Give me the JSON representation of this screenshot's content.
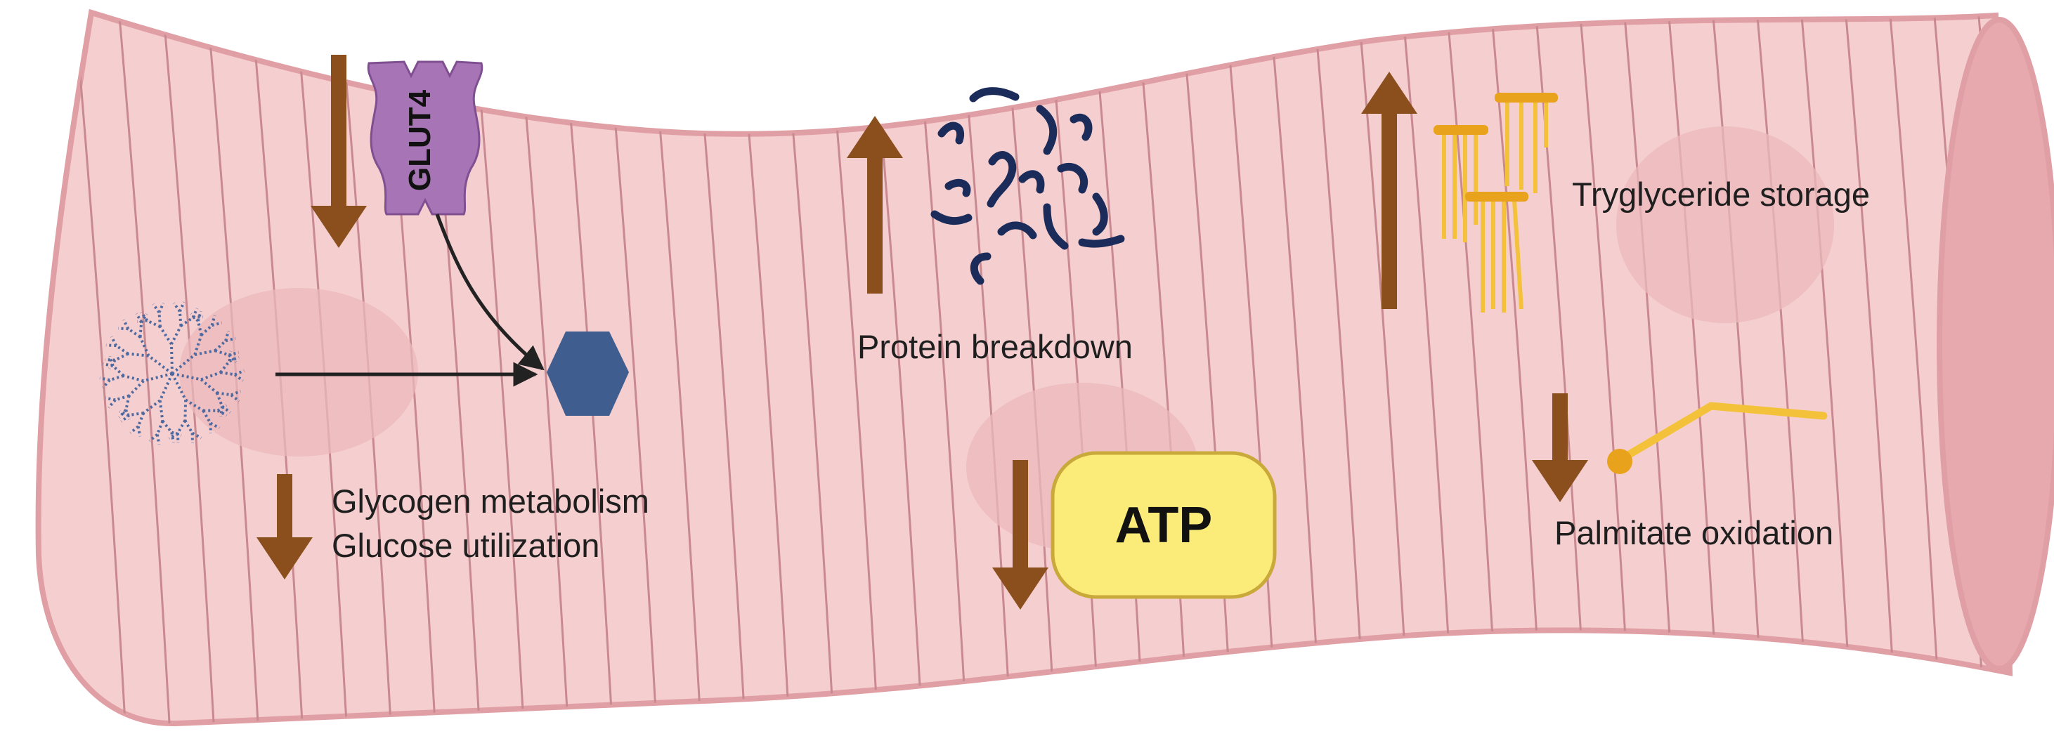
{
  "labels": {
    "glut4": "GLUT4",
    "glycogen_metabolism": "Glycogen metabolism",
    "glucose_utilization": "Glucose utilization",
    "protein_breakdown": "Protein breakdown",
    "atp": "ATP",
    "triglyceride_storage": "Tryglyceride storage",
    "palmitate_oxidation": "Palmitate oxidation"
  },
  "arrows": {
    "glut4": "down",
    "glycogen_glucose": "down",
    "protein_breakdown": "up",
    "atp": "down",
    "triglyceride_storage": "up",
    "palmitate_oxidation": "down"
  },
  "colors": {
    "muscle_fill": "#f5cfcf",
    "muscle_outline": "#e09fa4",
    "striation": "#c88a90",
    "nucleus": "#ebb8bb",
    "trend_arrow": "#8b4f1d",
    "glut4": "#a775b6",
    "glucose": "#3f5d8e",
    "glycogen": "#4e6aa0",
    "protein": "#1b2c5a",
    "atp_fill": "#fbeb78",
    "atp_stroke": "#c9a93a",
    "lipid": "#f4c23a",
    "lipid_head": "#e9a21c"
  },
  "icons": {
    "glucose": "glucose-hexagon-icon",
    "glycogen": "glycogen-branch-icon",
    "protein": "protein-fragments-icon",
    "triglyceride": "triglyceride-lipid-icon",
    "palmitate": "palmitate-chain-icon"
  }
}
